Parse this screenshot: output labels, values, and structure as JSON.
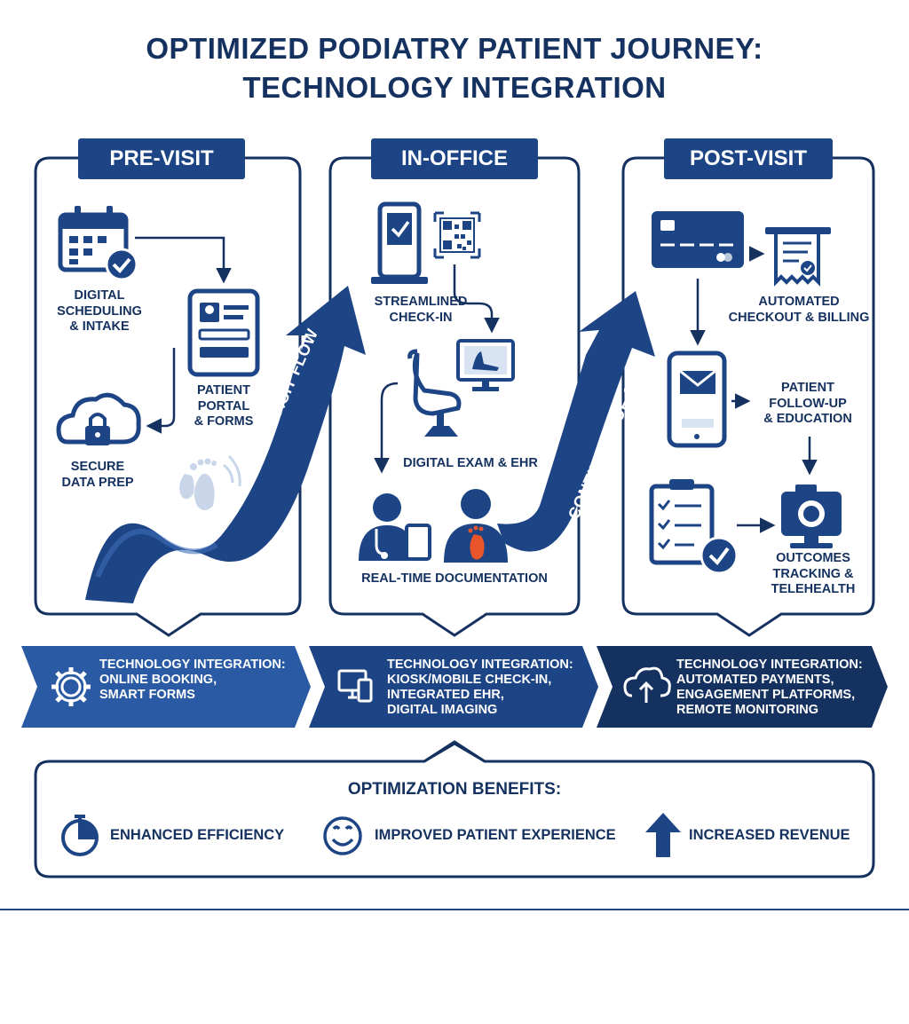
{
  "title": {
    "line1": "OPTIMIZED PODIATRY PATIENT JOURNEY:",
    "line2": "TECHNOLOGY INTEGRATION"
  },
  "phases": [
    {
      "label": "PRE-VISIT"
    },
    {
      "label": "IN-OFFICE"
    },
    {
      "label": "POST-VISIT"
    }
  ],
  "pre_visit": {
    "scheduling": [
      "DIGITAL",
      "SCHEDULING",
      "& INTAKE"
    ],
    "portal": [
      "PATIENT",
      "PORTAL",
      "& FORMS"
    ],
    "secure": [
      "SECURE",
      "DATA PREP"
    ],
    "flow_label": "VISIT FLOW"
  },
  "in_office": {
    "checkin": [
      "STREAMLINED",
      "CHECK-IN"
    ],
    "exam": "DIGITAL EXAM & EHR",
    "documentation": "REAL-TIME DOCUMENTATION",
    "flow_label": "CONTINUUM OF CARE"
  },
  "post_visit": {
    "checkout": [
      "AUTOMATED",
      "CHECKOUT & BILLING"
    ],
    "followup": [
      "PATIENT",
      "FOLLOW-UP",
      "& EDUCATION"
    ],
    "outcomes": [
      "OUTCOMES",
      "TRACKING &",
      "TELEHEALTH"
    ]
  },
  "tech_band": [
    {
      "lines": [
        "TECHNOLOGY INTEGRATION:",
        "ONLINE BOOKING,",
        "SMART FORMS"
      ],
      "icon": "gear-icon",
      "color": "#2a5aa3"
    },
    {
      "lines": [
        "TECHNOLOGY INTEGRATION:",
        "KIOSK/MOBILE CHECK-IN,",
        "INTEGRATED EHR,",
        "DIGITAL IMAGING"
      ],
      "icon": "devices-icon",
      "color": "#1d4585"
    },
    {
      "lines": [
        "TECHNOLOGY INTEGRATION:",
        "AUTOMATED PAYMENTS,",
        "ENGAGEMENT PLATFORMS,",
        "REMOTE MONITORING"
      ],
      "icon": "cloud-upload-icon",
      "color": "#14315f"
    }
  ],
  "benefits": {
    "title": "OPTIMIZATION BENEFITS:",
    "items": [
      {
        "label": "ENHANCED EFFICIENCY",
        "icon": "stopwatch-icon"
      },
      {
        "label": "IMPROVED PATIENT EXPERIENCE",
        "icon": "smiley-icon"
      },
      {
        "label": "INCREASED REVENUE",
        "icon": "arrow-up-icon"
      }
    ]
  },
  "colors": {
    "navy": "#14315f",
    "blue": "#1d4585",
    "mid_blue": "#2a5aa3",
    "accent_orange": "#e8552a"
  }
}
